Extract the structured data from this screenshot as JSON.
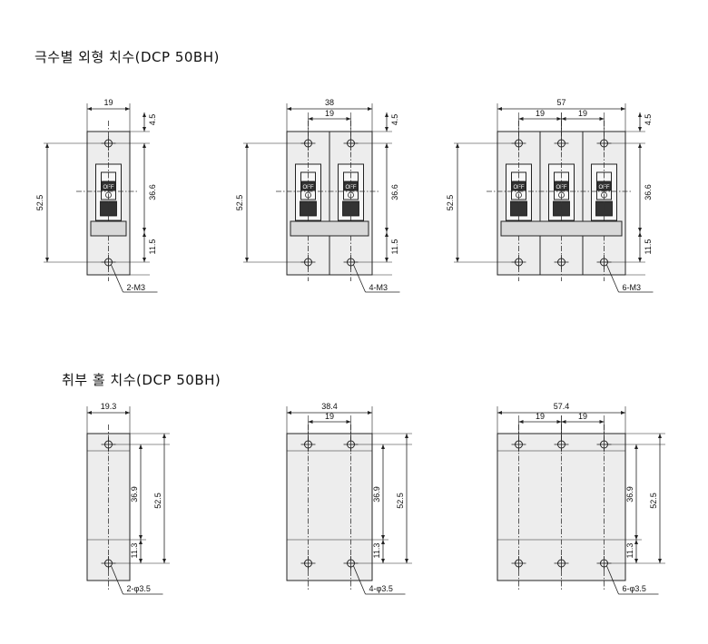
{
  "titles": {
    "outline": "극수별 외형 치수(DCP 50BH)",
    "mounting": "취부 홀 치수(DCP 50BH)"
  },
  "switch_label": "OFF",
  "outline_views": [
    {
      "width": "19",
      "pitch": "",
      "height": "52.5",
      "top": "4.5",
      "mid": "36.6",
      "bottom": "11.5",
      "hole_label": "2-M3",
      "poles": 1
    },
    {
      "width": "38",
      "pitch": "19",
      "height": "52.5",
      "top": "4.5",
      "mid": "36.6",
      "bottom": "11.5",
      "hole_label": "4-M3",
      "poles": 2
    },
    {
      "width": "57",
      "pitch": "19",
      "height": "52.5",
      "top": "4.5",
      "mid": "36.6",
      "bottom": "11.5",
      "hole_label": "6-M3",
      "poles": 3
    }
  ],
  "mounting_views": [
    {
      "width": "19.3",
      "pitch": "",
      "span": "36.9",
      "height": "52.5",
      "bottom": "11.3",
      "hole_label": "2-φ3.5",
      "poles": 1
    },
    {
      "width": "38.4",
      "pitch": "19",
      "span": "36.9",
      "height": "52.5",
      "bottom": "11.3",
      "hole_label": "4-φ3.5",
      "poles": 2
    },
    {
      "width": "57.4",
      "pitch": "19",
      "span": "36.9",
      "height": "52.5",
      "bottom": "11.3",
      "hole_label": "6-φ3.5",
      "poles": 3
    }
  ]
}
